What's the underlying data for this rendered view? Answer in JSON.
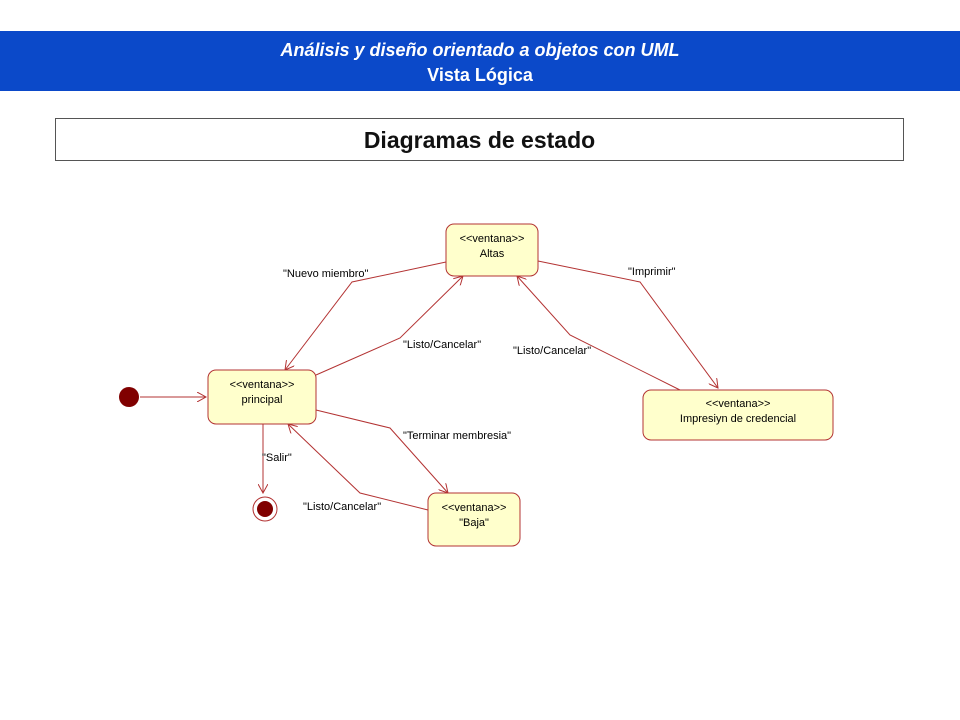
{
  "header": {
    "line1": "Análisis y diseño orientado a objetos con UML",
    "line2": "Vista Lógica"
  },
  "title": "Diagramas de estado",
  "colors": {
    "header_bg": "#0b49c9",
    "state_fill": "#ffffcc",
    "state_border": "#b33333",
    "transition": "#b33333",
    "pseudostate": "#800000"
  },
  "states": {
    "altas": {
      "stereotype": "<<ventana>>",
      "name": "Altas"
    },
    "principal": {
      "stereotype": "<<ventana>>",
      "name": "principal"
    },
    "impresion": {
      "stereotype": "<<ventana>>",
      "name": "Impresiyn de credencial"
    },
    "baja": {
      "stereotype": "<<ventana>>",
      "name": "\"Baja\""
    }
  },
  "transitions": {
    "nuevo_miembro": "\"Nuevo miembro\"",
    "listo_cancelar_altas_principal": "\"Listo/Cancelar\"",
    "imprimir": "\"Imprimir\"",
    "listo_cancelar_impresion_altas": "\"Listo/Cancelar\"",
    "terminar_membresia": "\"Terminar membresia\"",
    "listo_cancelar_baja_principal": "\"Listo/Cancelar\"",
    "salir": "\"Salir\""
  }
}
